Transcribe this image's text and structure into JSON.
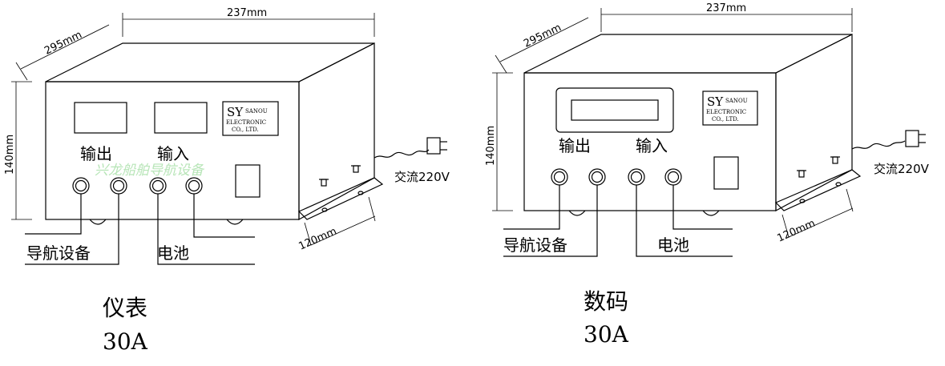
{
  "left": {
    "dim_width": "237mm",
    "dim_depth": "295mm",
    "dim_height": "140mm",
    "dim_bracket": "120mm",
    "logo_line1": "SY",
    "logo_line1b": "SANOU",
    "logo_line2": "ELECTRONIC",
    "logo_line3": "CO., LTD.",
    "label_output": "输出",
    "label_input": "输入",
    "watermark": "兴龙船舶导航设备",
    "ac_label": "交流220V",
    "label_nav": "导航设备",
    "label_battery": "电池",
    "caption_type": "仪表",
    "caption_current": "30A"
  },
  "right": {
    "dim_width": "237mm",
    "dim_depth": "295mm",
    "dim_height": "140mm",
    "dim_bracket": "120mm",
    "logo_line1": "SY",
    "logo_line1b": "SANOU",
    "logo_line2": "ELECTRONIC",
    "logo_line3": "CO., LTD.",
    "label_output": "输出",
    "label_input": "输入",
    "ac_label": "交流220V",
    "label_nav": "导航设备",
    "label_battery": "电池",
    "caption_type": "数码",
    "caption_current": "30A"
  }
}
